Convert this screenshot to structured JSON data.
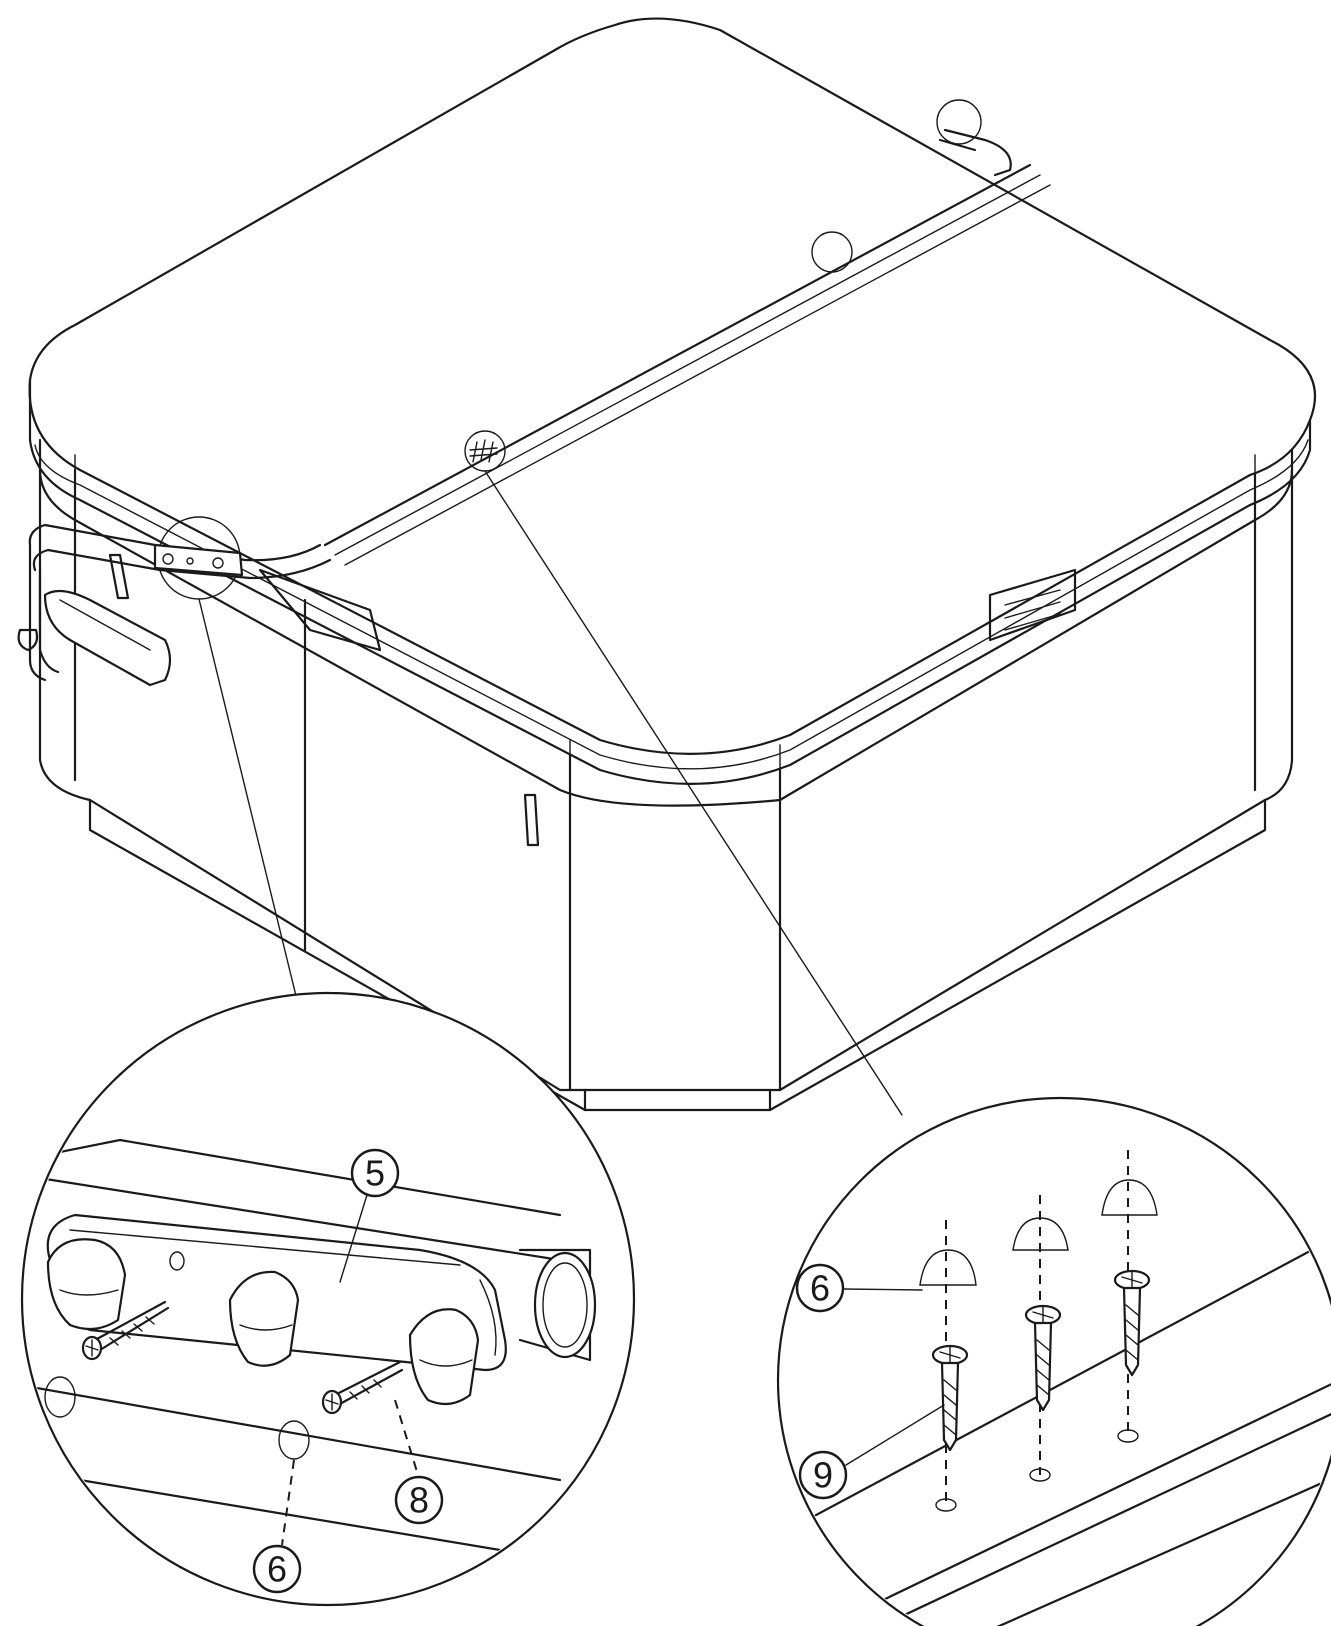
{
  "callouts": {
    "handle": "5",
    "cap_left": "6",
    "screw_left": "8",
    "cap_right": "6",
    "anchor_right": "9"
  },
  "colors": {
    "line": "#1a1a1a",
    "background": "#ffffff"
  }
}
